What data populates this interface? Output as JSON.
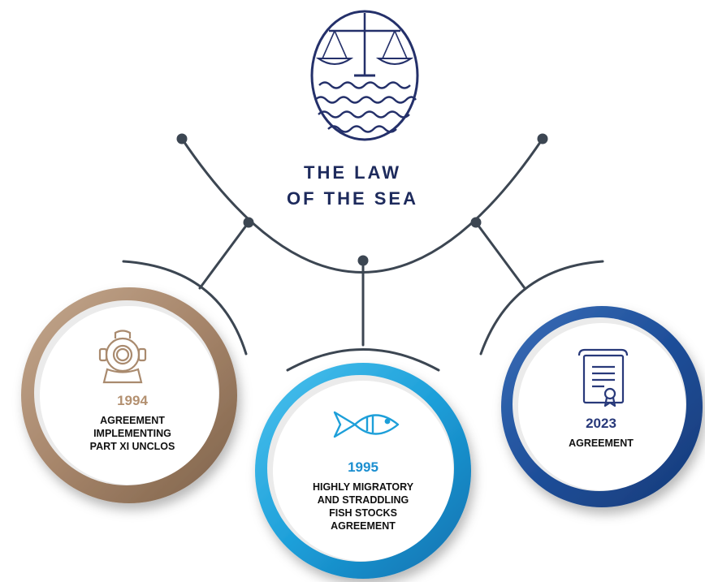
{
  "title": {
    "line1": "THE LAW",
    "line2": "OF THE SEA"
  },
  "colors": {
    "line": "#3c4652",
    "navy": "#24306a",
    "bronze": "#a98a6e",
    "bronze_text": "#b39070",
    "cyan": "#1d9fd9",
    "cyan_text": "#1c8fd0",
    "royal": "#1f4f9a",
    "royal_text": "#28397a"
  },
  "nodes": [
    {
      "id": "1994",
      "year": "1994",
      "label": "AGREEMENT\nIMPLEMENTING\nPART XI UNCLOS",
      "icon": "diving-helmet-icon",
      "color": "#a98a6e"
    },
    {
      "id": "1995",
      "year": "1995",
      "label": "HIGHLY MIGRATORY\nAND STRADDLING\nFISH STOCKS\nAGREEMENT",
      "icon": "fish-icon",
      "color": "#1d9fd9"
    },
    {
      "id": "2023",
      "year": "2023",
      "label": "AGREEMENT",
      "icon": "certificate-icon",
      "color": "#1f4f9a"
    }
  ]
}
